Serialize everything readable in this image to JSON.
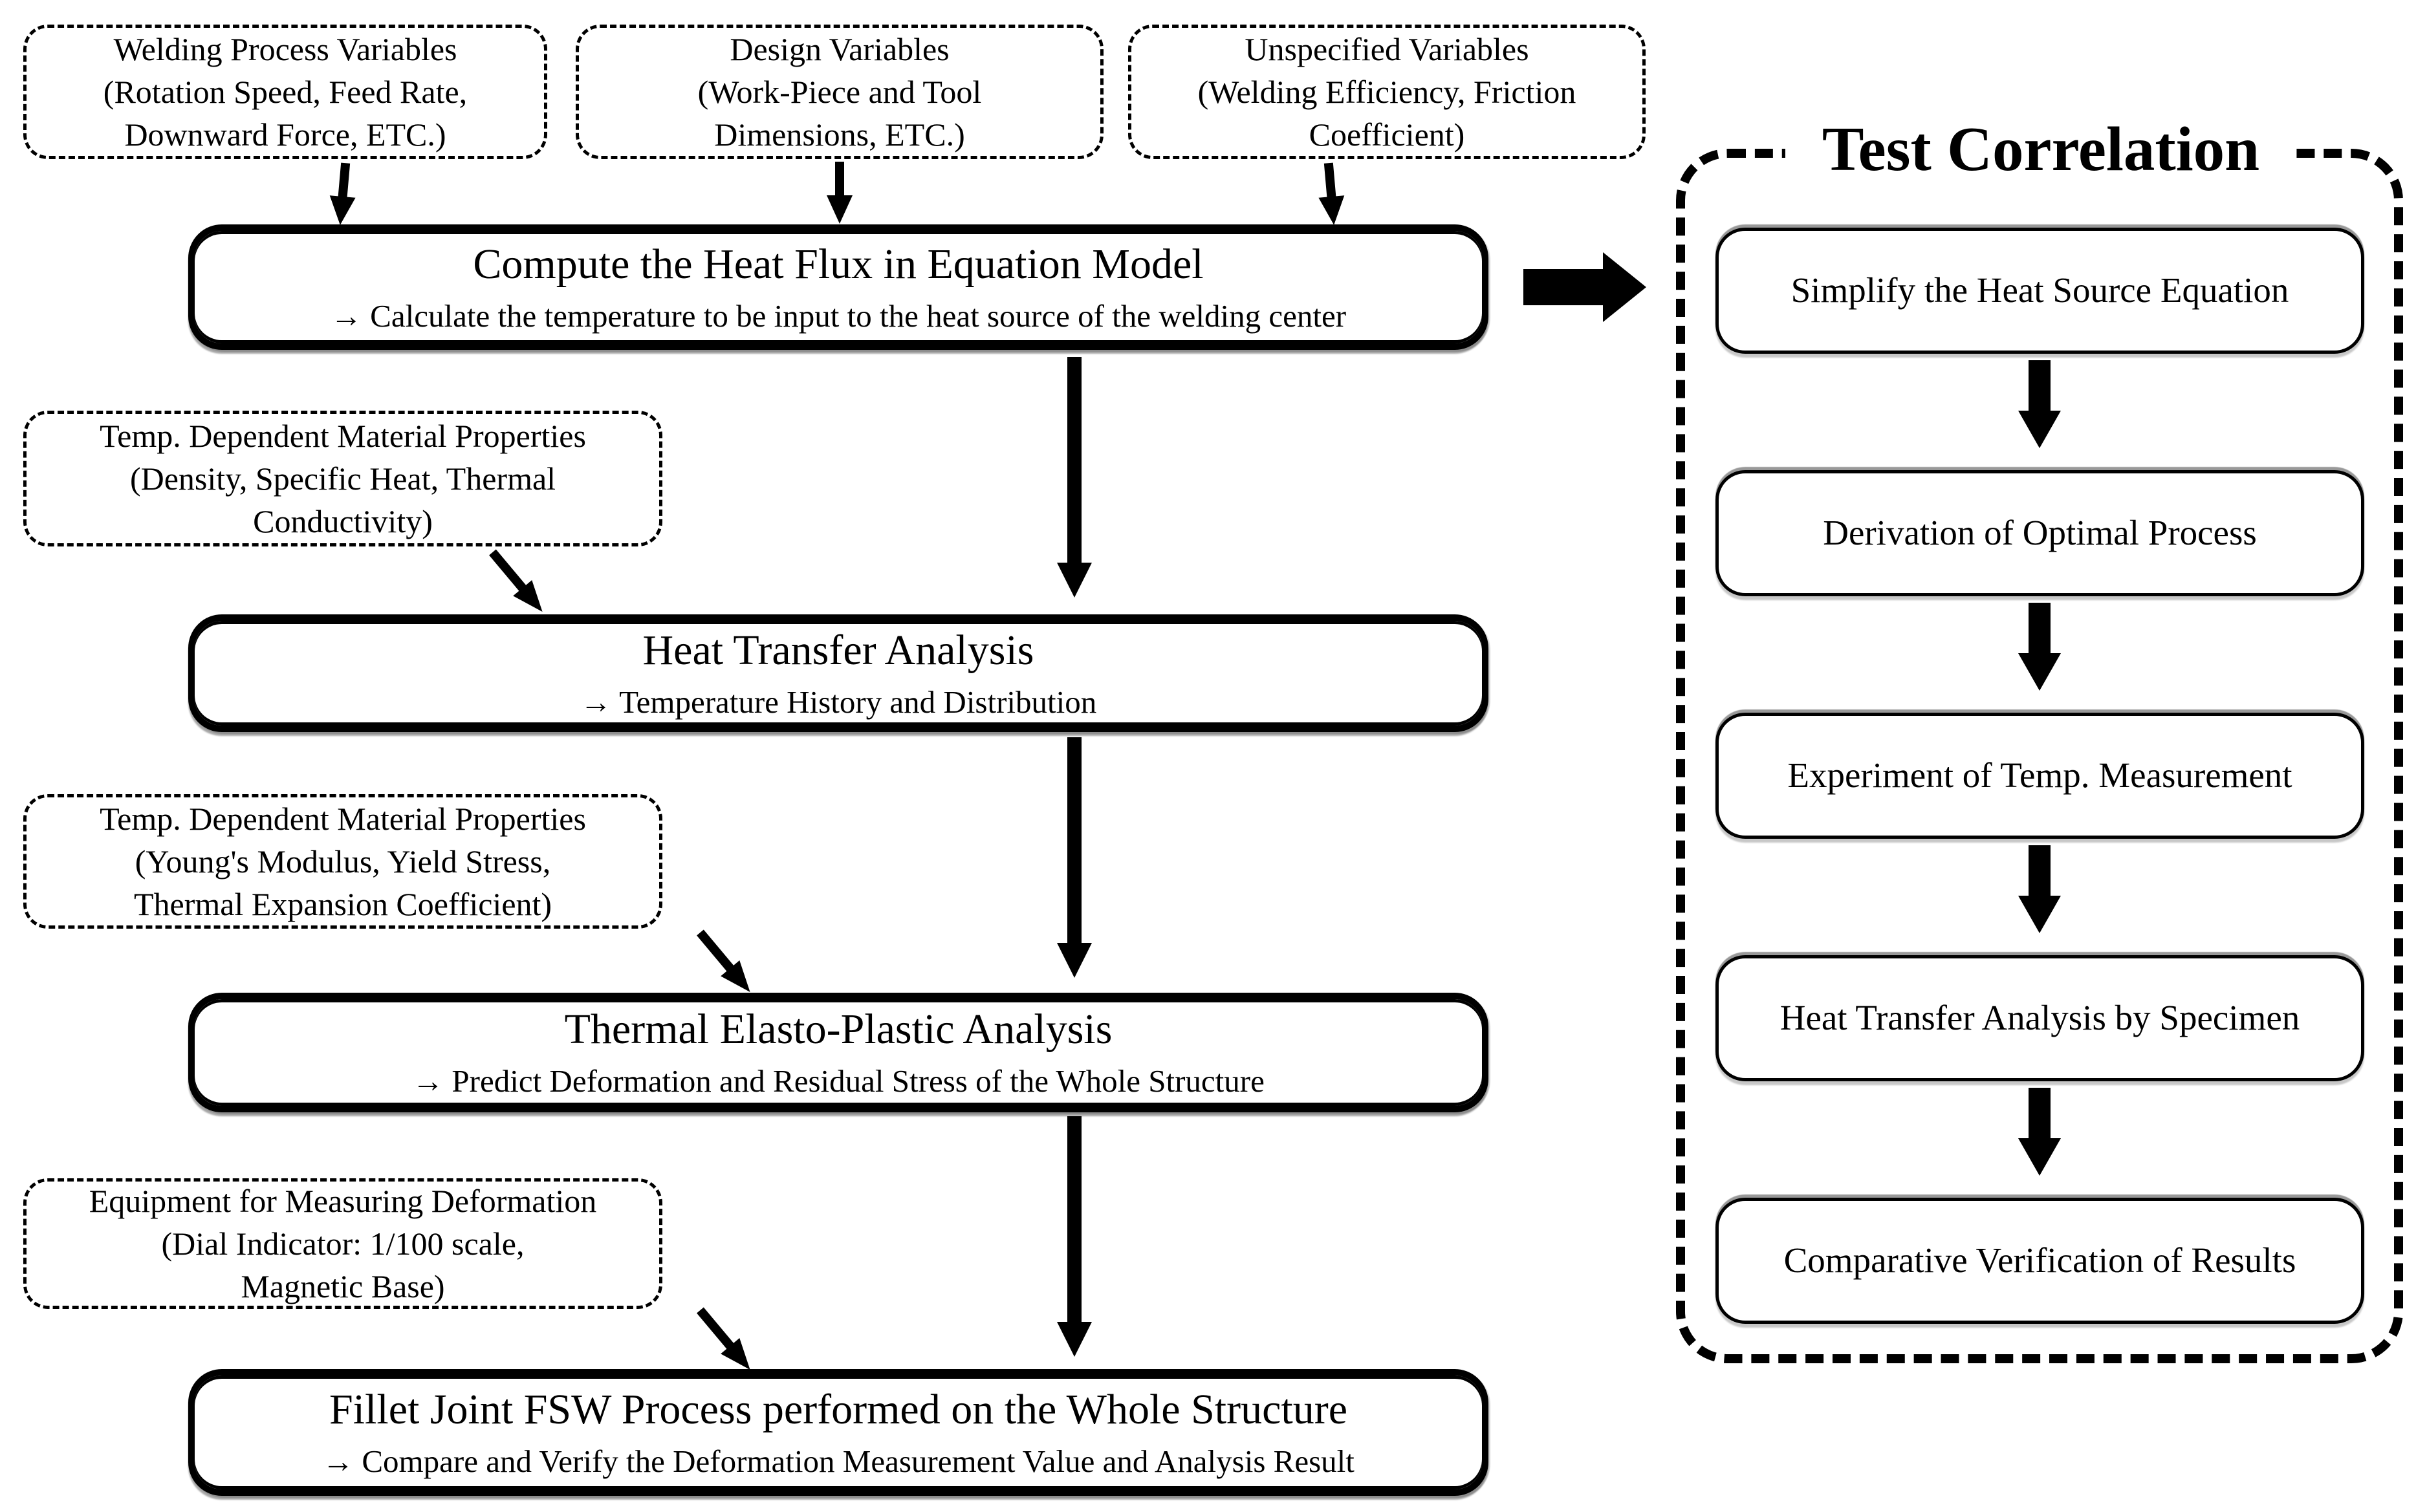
{
  "colors": {
    "ink": "#000000",
    "paper": "#ffffff"
  },
  "top_inputs": [
    {
      "text": "Welding Process Variables\n(Rotation Speed, Feed Rate,\nDownward Force, ETC.)"
    },
    {
      "text": "Design Variables\n(Work-Piece and Tool\nDimensions, ETC.)"
    },
    {
      "text": "Unspecified Variables\n(Welding Efficiency, Friction\nCoefficient)"
    }
  ],
  "side_inputs": [
    {
      "text": "Temp. Dependent Material Properties\n(Density, Specific Heat, Thermal\nConductivity)"
    },
    {
      "text": "Temp. Dependent Material Properties\n(Young's Modulus, Yield Stress,\nThermal Expansion Coefficient)"
    },
    {
      "text": "Equipment for Measuring Deformation\n(Dial Indicator: 1/100 scale,\nMagnetic Base)"
    }
  ],
  "main_flow": [
    {
      "title": "Compute the Heat Flux in Equation Model",
      "subtitle": "→ Calculate the temperature to be input to the heat source of the welding center"
    },
    {
      "title": "Heat Transfer Analysis",
      "subtitle": "→ Temperature History and Distribution"
    },
    {
      "title": "Thermal Elasto-Plastic Analysis",
      "subtitle": "→ Predict Deformation and Residual Stress of the Whole Structure"
    },
    {
      "title": "Fillet Joint FSW Process performed on the Whole Structure",
      "subtitle": "→ Compare and Verify the Deformation Measurement Value and Analysis Result"
    }
  ],
  "test_correlation": {
    "title": "Test Correlation",
    "steps": [
      "Simplify the Heat Source Equation",
      "Derivation of Optimal Process",
      "Experiment of Temp. Measurement",
      "Heat Transfer Analysis by Specimen",
      "Comparative Verification of Results"
    ]
  }
}
